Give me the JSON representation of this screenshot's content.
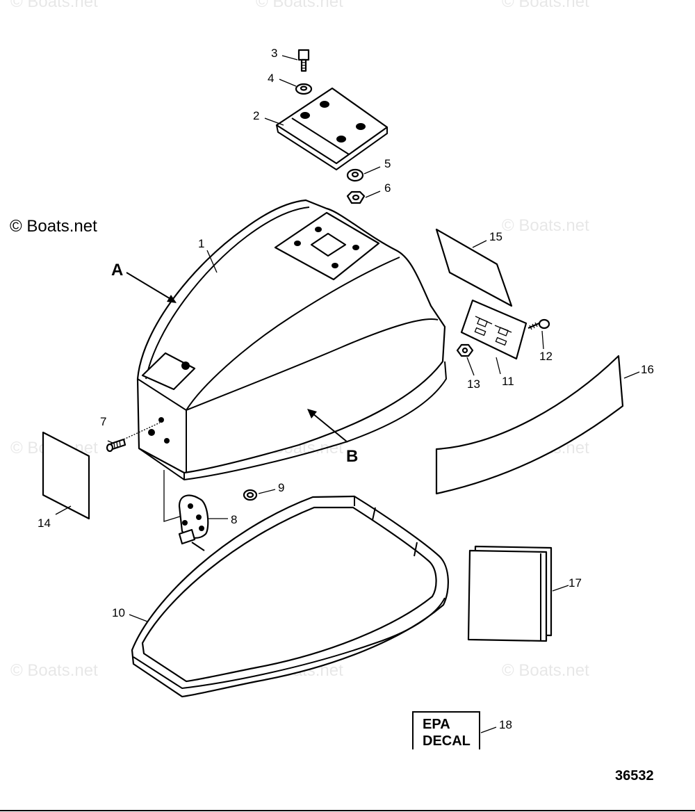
{
  "watermark": {
    "text": "© Boats.net",
    "solid_text": "© Boats.net"
  },
  "figure_number": "36532",
  "letters": {
    "a": "A",
    "b": "B"
  },
  "callouts": {
    "p1": "1",
    "p2": "2",
    "p3": "3",
    "p4": "4",
    "p5": "5",
    "p6": "6",
    "p7": "7",
    "p8": "8",
    "p9": "9",
    "p10": "10",
    "p11": "11",
    "p12": "12",
    "p13": "13",
    "p14": "14",
    "p15": "15",
    "p16": "16",
    "p17": "17",
    "p18": "18"
  },
  "decal": {
    "line1": "EPA",
    "line2": "DECAL"
  }
}
